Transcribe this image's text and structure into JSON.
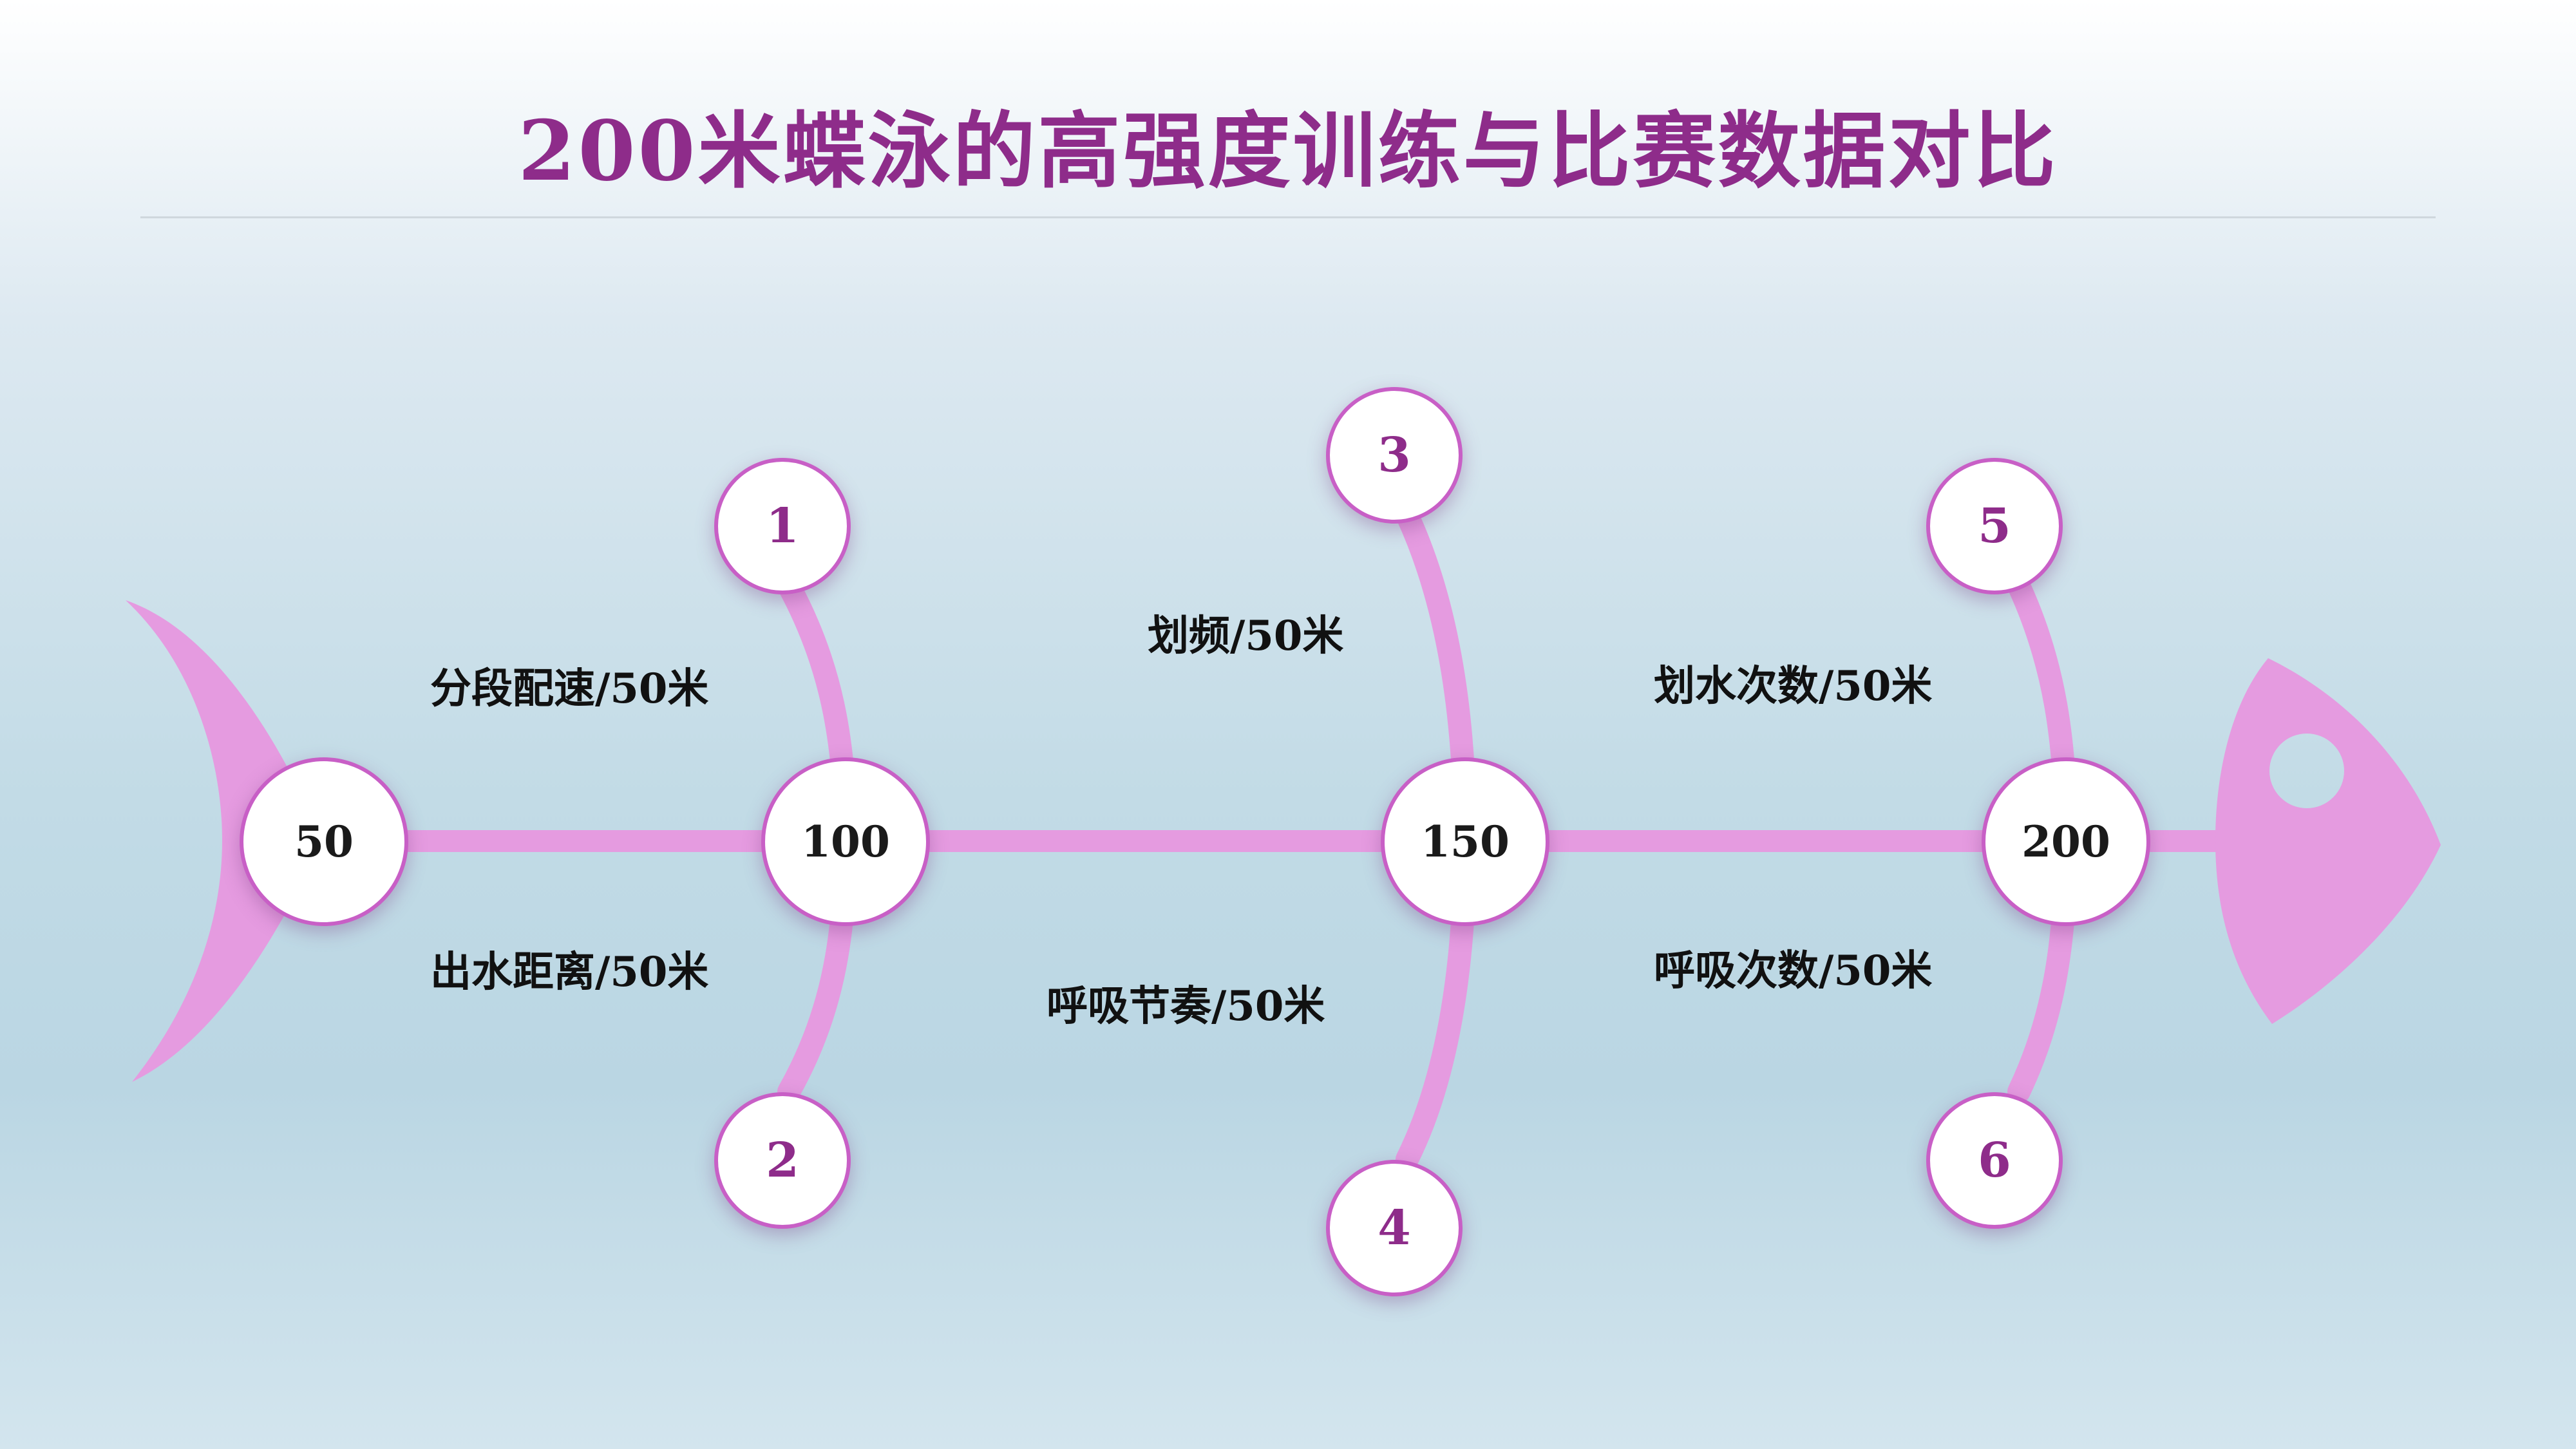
{
  "title": "200米蝶泳的高强度训练与比赛数据对比",
  "colors": {
    "title": "#8e2c8a",
    "fish": "#e59be0",
    "node_border": "#c85fc6"
  },
  "spine_nodes": [
    "50",
    "100",
    "150",
    "200"
  ],
  "branch_nodes": [
    "1",
    "2",
    "3",
    "4",
    "5",
    "6"
  ],
  "labels": {
    "l1": "分段配速/50米",
    "l2": "出水距离/50米",
    "l3": "划频/50米",
    "l4": "呼吸节奏/50米",
    "l5": "划水次数/50米",
    "l6": "呼吸次数/50米"
  }
}
